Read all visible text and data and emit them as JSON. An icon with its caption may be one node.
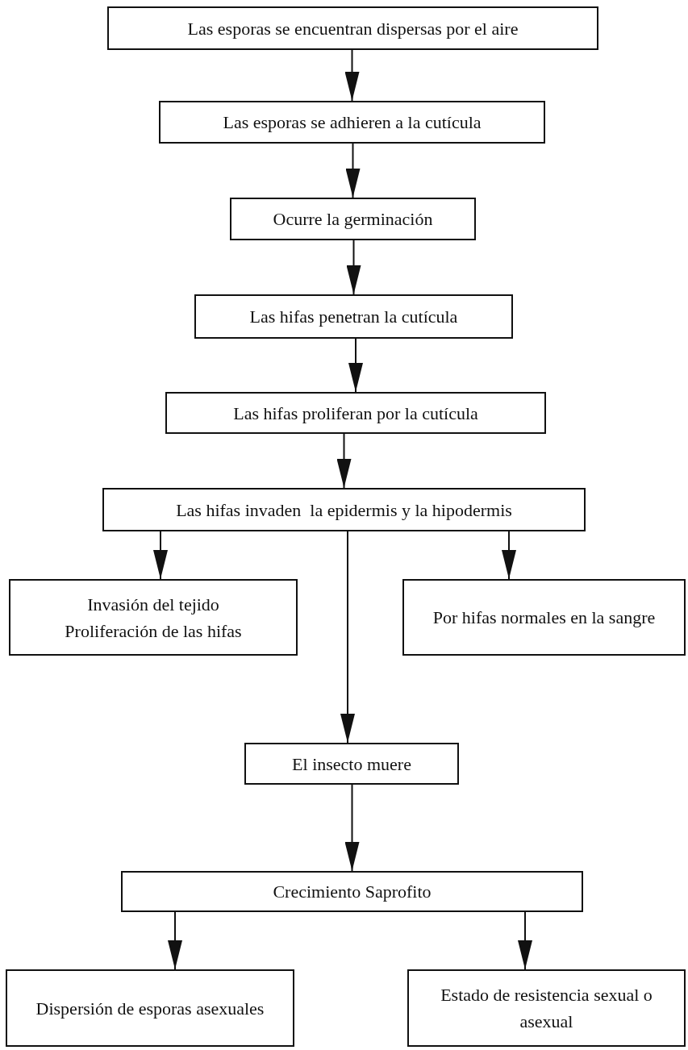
{
  "diagram": {
    "nodes": [
      {
        "text": [
          "Las esporas se encuentran dispersas por el aire"
        ]
      },
      {
        "text": [
          "Las esporas se adhieren a la cutícula"
        ]
      },
      {
        "text": [
          "Ocurre la germinación"
        ]
      },
      {
        "text": [
          "Las hifas penetran la cutícula"
        ]
      },
      {
        "text": [
          "Las hifas proliferan por la cutícula"
        ]
      },
      {
        "text": [
          "Las hifas invaden  la epidermis y la hipodermis"
        ]
      },
      {
        "text": [
          "Invasión del tejido",
          "Proliferación de las hifas"
        ]
      },
      {
        "text": [
          "Por hifas normales en la sangre"
        ]
      },
      {
        "text": [
          "El insecto muere"
        ]
      },
      {
        "text": [
          "Crecimiento Saprofito"
        ]
      },
      {
        "text": [
          "Dispersión de esporas asexuales"
        ]
      },
      {
        "text": [
          "Estado de resistencia sexual o asexual"
        ]
      }
    ],
    "edges": [
      {
        "from": 0,
        "to": 1,
        "arrow": "to"
      },
      {
        "from": 1,
        "to": 2,
        "arrow": "to"
      },
      {
        "from": 2,
        "to": 3,
        "arrow": "to"
      },
      {
        "from": 3,
        "to": 4,
        "arrow": "to"
      },
      {
        "from": 4,
        "to": 5,
        "arrow": "to"
      },
      {
        "from": 5,
        "to": 6,
        "arrow": "to"
      },
      {
        "from": 5,
        "to": 8,
        "arrow": "to"
      },
      {
        "from": 5,
        "to": 7,
        "arrow": "to"
      },
      {
        "from": 8,
        "to": 9,
        "arrow": "to"
      },
      {
        "from": 9,
        "to": 10,
        "arrow": "to"
      },
      {
        "from": 9,
        "to": 11,
        "arrow": "to"
      }
    ]
  }
}
